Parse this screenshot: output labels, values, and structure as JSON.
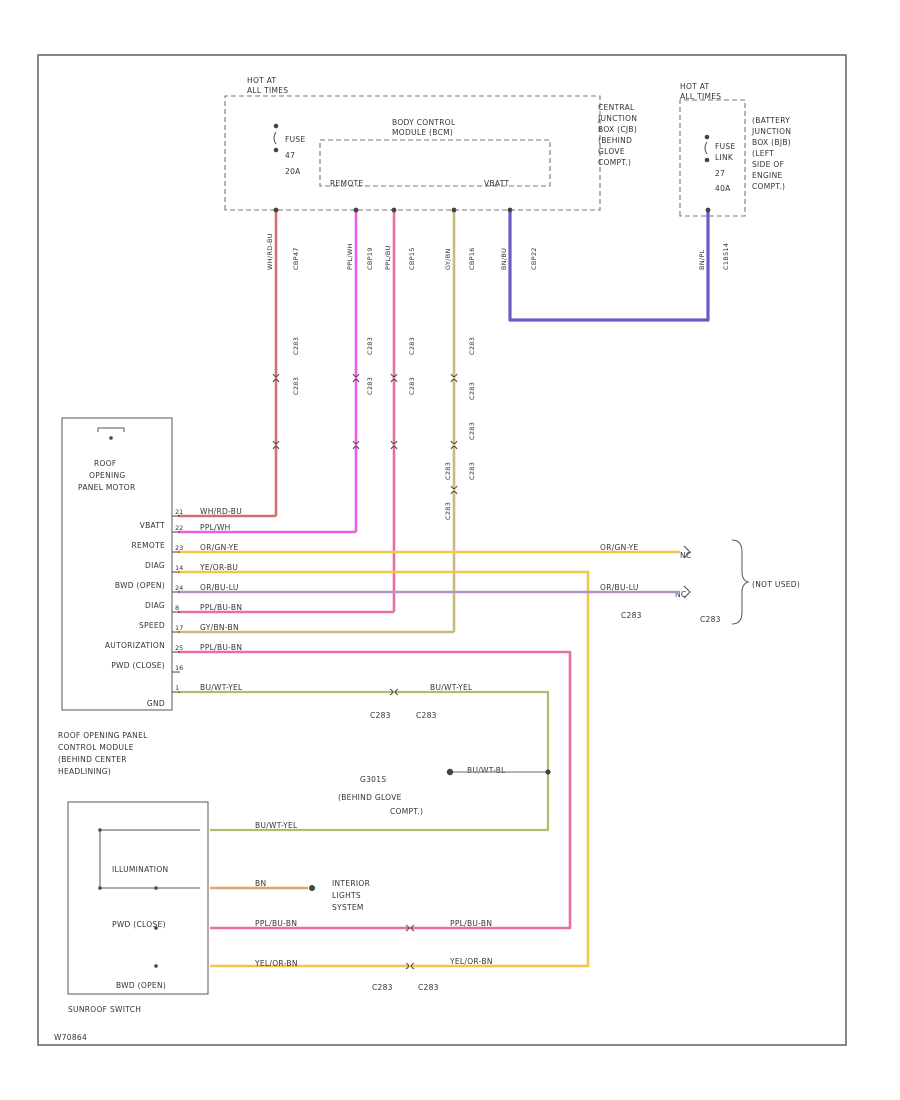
{
  "labels": {
    "hot_left_1": "HOT AT",
    "hot_left_2": "ALL TIMES",
    "hot_right_1": "HOT AT",
    "hot_right_2": "ALL TIMES",
    "fuse_1": "FUSE",
    "fuse_2": "47",
    "fuse_3": "20A",
    "bcm_1": "BODY CONTROL",
    "bcm_2": "MODULE (BCM)",
    "bcm_pin_remote": "REMOTE",
    "bcm_pin_vbatt": "VBATT",
    "cjb_1": "CENTRAL",
    "cjb_2": "JUNCTION",
    "cjb_3": "BOX (CJB)",
    "cjb_4": "(BEHIND",
    "cjb_5": "GLOVE",
    "cjb_6": "COMPT.)",
    "fl_1": "FUSE",
    "fl_2": "LINK",
    "fl_3": "27",
    "fl_4": "40A",
    "bjb_1": "(BATTERY",
    "bjb_2": "JUNCTION",
    "bjb_3": "BOX (BJB)",
    "bjb_4": "(LEFT",
    "bjb_5": "SIDE OF",
    "bjb_6": "ENGINE",
    "bjb_7": "COMPT.)",
    "motor_1": "ROOF",
    "motor_2": "OPENING",
    "motor_3": "PANEL MOTOR",
    "module_1": "ROOF OPENING PANEL",
    "module_2": "CONTROL MODULE",
    "module_3": "(BEHIND CENTER",
    "module_4": "HEADLINING)",
    "gnd_1": "G301S",
    "gnd_2": "(BEHIND GLOVE",
    "gnd_3": "COMPT.)",
    "ils_1": "INTERIOR",
    "ils_2": "LIGHTS",
    "ils_3": "SYSTEM",
    "sw_illum": "ILLUMINATION",
    "sw_pwd": "PWD (CLOSE)",
    "sw_bwd": "BWD (OPEN)",
    "sw_name": "SUNROOF SWITCH",
    "notused": "(NOT USED)",
    "nc1": "NC",
    "nc2": "NC",
    "gnd_wire": "BU/WT-BL",
    "footer": "W70864"
  },
  "module_pins": [
    "VBATT",
    "REMOTE",
    "DIAG",
    "BWD (OPEN)",
    "DIAG",
    "SPEED",
    "AUTORIZATION",
    "PWD (CLOSE)",
    "GND"
  ],
  "pin_numbers": [
    "21",
    "22",
    "23",
    "14",
    "24",
    "8",
    "17",
    "25",
    "16",
    "1"
  ],
  "wire_labels": [
    "WH/RD-BU",
    "PPL/WH",
    "OR/GN-YE",
    "YE/OR-BU",
    "OR/BU-LU",
    "PPL/BU-BN",
    "GY/BN-BN",
    "PPL/BU-BN",
    "BU/WT-YEL",
    "BN",
    "YEL/OR-BN"
  ],
  "vertical_labels": [
    "WH/RD-BU",
    "CBP47",
    "PPL/WH",
    "CBP19",
    "PPL/BU",
    "CBP15",
    "GY/BN",
    "CBP16",
    "BN/BU",
    "CBP22",
    "BN/PL",
    "C1B514"
  ],
  "connector_labels": [
    "C283",
    "C283",
    "C283",
    "C283",
    "C283",
    "C283",
    "C283",
    "C283",
    "C283",
    "C283",
    "C283",
    "C283",
    "C283",
    "C283",
    "C283",
    "C283",
    "C283",
    "C283",
    "C283",
    "C283",
    "C283"
  ],
  "colors": {
    "red": "#d56f6f",
    "magenta": "#ec5de6",
    "yellow": "#f2c64a",
    "purple": "#6a5ac8",
    "olive": "#c7bb7f",
    "pink": "#e76fa7",
    "green": "#b9c98a",
    "greenwire": "#a9bf72",
    "lavender": "#b392c6",
    "tan": "#d8a76b",
    "orange": "#e2b24d",
    "black": "#444444"
  }
}
